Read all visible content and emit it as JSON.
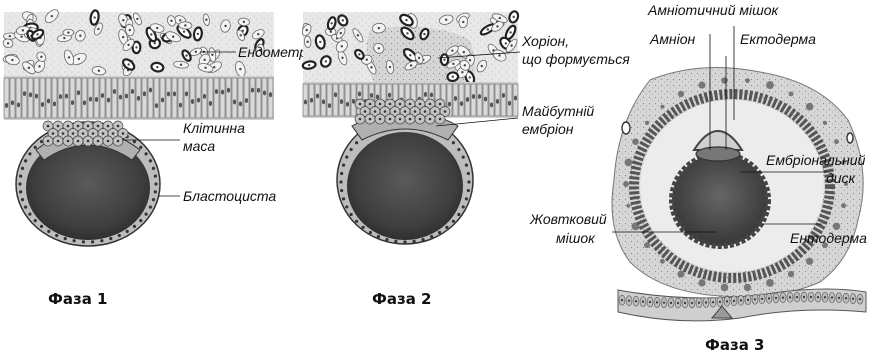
{
  "phase1": {
    "title": "Фаза 1",
    "labels": {
      "endometrium": "Ендометрій",
      "cell_mass_1": "Клітинна",
      "cell_mass_2": "маса",
      "blastocyst": "Бластоциста"
    }
  },
  "phase2": {
    "title": "Фаза 2",
    "labels": {
      "chorion_1": "Хоріон,",
      "chorion_2": "що формується",
      "embryo_1": "Майбутній",
      "embryo_2": "ембріон"
    }
  },
  "phase3": {
    "title": "Фаза 3",
    "labels": {
      "amniotic_sac": "Амніотичний мішок",
      "amnion": "Амніон",
      "ectoderm": "Ектодерма",
      "embryonic_disc_1": "Ембріональний",
      "embryonic_disc_2": "диск",
      "yolk_sac_1": "Жовтковий",
      "yolk_sac_2": "мішок",
      "endoderm": "Ентодерма"
    }
  }
}
